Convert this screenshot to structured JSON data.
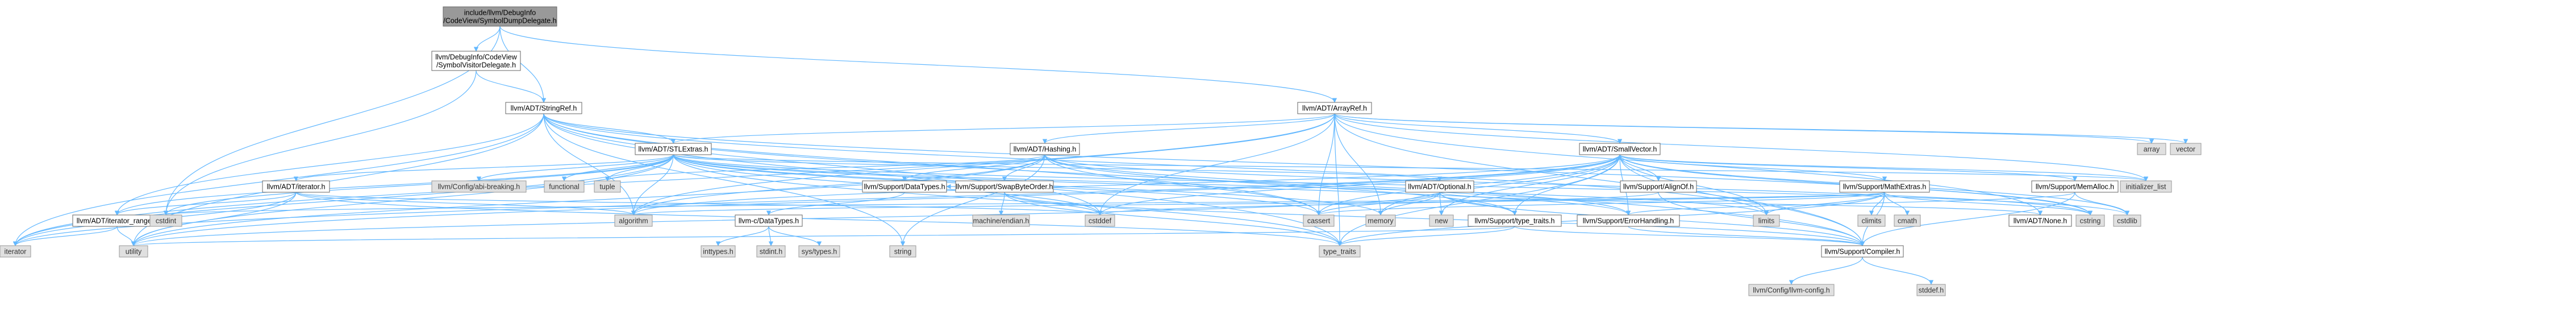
{
  "nodes": [
    {
      "id": "root",
      "lines": [
        "include/llvm/DebugInfo",
        "/CodeView/SymbolDumpDelegate.h"
      ],
      "kind": "root"
    },
    {
      "id": "svd",
      "lines": [
        "llvm/DebugInfo/CodeView",
        "/SymbolVisitorDelegate.h"
      ],
      "kind": "internal"
    },
    {
      "id": "stringref",
      "lines": [
        "llvm/ADT/StringRef.h"
      ],
      "kind": "internal"
    },
    {
      "id": "arrayref",
      "lines": [
        "llvm/ADT/ArrayRef.h"
      ],
      "kind": "internal"
    },
    {
      "id": "stlextras",
      "lines": [
        "llvm/ADT/STLExtras.h"
      ],
      "kind": "internal"
    },
    {
      "id": "hashing",
      "lines": [
        "llvm/ADT/Hashing.h"
      ],
      "kind": "internal"
    },
    {
      "id": "smallvector",
      "lines": [
        "llvm/ADT/SmallVector.h"
      ],
      "kind": "internal"
    },
    {
      "id": "array",
      "lines": [
        "array"
      ],
      "kind": "system"
    },
    {
      "id": "vector",
      "lines": [
        "vector"
      ],
      "kind": "system"
    },
    {
      "id": "iterator_h",
      "lines": [
        "llvm/ADT/iterator.h"
      ],
      "kind": "internal"
    },
    {
      "id": "configabi",
      "lines": [
        "llvm/Config/abi-breaking.h"
      ],
      "kind": "system"
    },
    {
      "id": "functional",
      "lines": [
        "functional"
      ],
      "kind": "system"
    },
    {
      "id": "tuple",
      "lines": [
        "tuple"
      ],
      "kind": "system"
    },
    {
      "id": "datatypes_h",
      "lines": [
        "llvm/Support/DataTypes.h"
      ],
      "kind": "internal"
    },
    {
      "id": "swapbyteorder",
      "lines": [
        "llvm/Support/SwapByteOrder.h"
      ],
      "kind": "internal"
    },
    {
      "id": "optional",
      "lines": [
        "llvm/ADT/Optional.h"
      ],
      "kind": "internal"
    },
    {
      "id": "alignof",
      "lines": [
        "llvm/Support/AlignOf.h"
      ],
      "kind": "internal"
    },
    {
      "id": "mathextras",
      "lines": [
        "llvm/Support/MathExtras.h"
      ],
      "kind": "internal"
    },
    {
      "id": "memalloc",
      "lines": [
        "llvm/Support/MemAlloc.h"
      ],
      "kind": "internal"
    },
    {
      "id": "initlist",
      "lines": [
        "initializer_list"
      ],
      "kind": "system"
    },
    {
      "id": "iterrange",
      "lines": [
        "llvm/ADT/iterator_range.h"
      ],
      "kind": "internal"
    },
    {
      "id": "cstdint",
      "lines": [
        "cstdint"
      ],
      "kind": "system"
    },
    {
      "id": "algorithm",
      "lines": [
        "algorithm"
      ],
      "kind": "system"
    },
    {
      "id": "cdatatypes",
      "lines": [
        "llvm-c/DataTypes.h"
      ],
      "kind": "internal"
    },
    {
      "id": "machine_endian",
      "lines": [
        "machine/endian.h"
      ],
      "kind": "system"
    },
    {
      "id": "cstddef",
      "lines": [
        "cstddef"
      ],
      "kind": "system"
    },
    {
      "id": "cassert",
      "lines": [
        "cassert"
      ],
      "kind": "system"
    },
    {
      "id": "memory",
      "lines": [
        "memory"
      ],
      "kind": "system"
    },
    {
      "id": "new",
      "lines": [
        "new"
      ],
      "kind": "system"
    },
    {
      "id": "typetraits_h",
      "lines": [
        "llvm/Support/type_traits.h"
      ],
      "kind": "internal"
    },
    {
      "id": "errorhandling",
      "lines": [
        "llvm/Support/ErrorHandling.h"
      ],
      "kind": "internal"
    },
    {
      "id": "limits",
      "lines": [
        "limits"
      ],
      "kind": "system"
    },
    {
      "id": "climits",
      "lines": [
        "climits"
      ],
      "kind": "system"
    },
    {
      "id": "cmath",
      "lines": [
        "cmath"
      ],
      "kind": "system"
    },
    {
      "id": "none",
      "lines": [
        "llvm/ADT/None.h"
      ],
      "kind": "internal"
    },
    {
      "id": "cstring",
      "lines": [
        "cstring"
      ],
      "kind": "system"
    },
    {
      "id": "cstdlib",
      "lines": [
        "cstdlib"
      ],
      "kind": "system"
    },
    {
      "id": "iterator",
      "lines": [
        "iterator"
      ],
      "kind": "system"
    },
    {
      "id": "utility",
      "lines": [
        "utility"
      ],
      "kind": "system"
    },
    {
      "id": "inttypes",
      "lines": [
        "inttypes.h"
      ],
      "kind": "system"
    },
    {
      "id": "stdint",
      "lines": [
        "stdint.h"
      ],
      "kind": "system"
    },
    {
      "id": "systypes",
      "lines": [
        "sys/types.h"
      ],
      "kind": "system"
    },
    {
      "id": "string",
      "lines": [
        "string"
      ],
      "kind": "system"
    },
    {
      "id": "type_traits",
      "lines": [
        "type_traits"
      ],
      "kind": "system"
    },
    {
      "id": "compiler",
      "lines": [
        "llvm/Support/Compiler.h"
      ],
      "kind": "internal"
    },
    {
      "id": "llvmconfig",
      "lines": [
        "llvm/Config/llvm-config.h"
      ],
      "kind": "system"
    },
    {
      "id": "stddef",
      "lines": [
        "stddef.h"
      ],
      "kind": "system"
    }
  ],
  "edges": [
    [
      "root",
      "svd"
    ],
    [
      "root",
      "stringref"
    ],
    [
      "root",
      "arrayref"
    ],
    [
      "root",
      "cstdint"
    ],
    [
      "svd",
      "stringref"
    ],
    [
      "svd",
      "cstdint"
    ],
    [
      "stringref",
      "stlextras"
    ],
    [
      "stringref",
      "iterrange"
    ],
    [
      "stringref",
      "compiler"
    ],
    [
      "stringref",
      "algorithm"
    ],
    [
      "stringref",
      "cassert"
    ],
    [
      "stringref",
      "cstddef"
    ],
    [
      "stringref",
      "cstring"
    ],
    [
      "stringref",
      "limits"
    ],
    [
      "stringref",
      "string"
    ],
    [
      "stringref",
      "type_traits"
    ],
    [
      "stringref",
      "utility"
    ],
    [
      "stringref",
      "iterator"
    ],
    [
      "arrayref",
      "hashing"
    ],
    [
      "arrayref",
      "none"
    ],
    [
      "arrayref",
      "smallvector"
    ],
    [
      "arrayref",
      "stlextras"
    ],
    [
      "arrayref",
      "compiler"
    ],
    [
      "arrayref",
      "algorithm"
    ],
    [
      "arrayref",
      "array"
    ],
    [
      "arrayref",
      "cassert"
    ],
    [
      "arrayref",
      "cstddef"
    ],
    [
      "arrayref",
      "initlist"
    ],
    [
      "arrayref",
      "iterator"
    ],
    [
      "arrayref",
      "memory"
    ],
    [
      "arrayref",
      "type_traits"
    ],
    [
      "arrayref",
      "vector"
    ],
    [
      "stlextras",
      "optional"
    ],
    [
      "stlextras",
      "iterator_h"
    ],
    [
      "stlextras",
      "iterrange"
    ],
    [
      "stlextras",
      "configabi"
    ],
    [
      "stlextras",
      "errorhandling"
    ],
    [
      "stlextras",
      "algorithm"
    ],
    [
      "stlextras",
      "cassert"
    ],
    [
      "stlextras",
      "cstddef"
    ],
    [
      "stlextras",
      "cstdint"
    ],
    [
      "stlextras",
      "cstdlib"
    ],
    [
      "stlextras",
      "functional"
    ],
    [
      "stlextras",
      "initlist"
    ],
    [
      "stlextras",
      "iterator"
    ],
    [
      "stlextras",
      "limits"
    ],
    [
      "stlextras",
      "memory"
    ],
    [
      "stlextras",
      "tuple"
    ],
    [
      "stlextras",
      "type_traits"
    ],
    [
      "stlextras",
      "utility"
    ],
    [
      "hashing",
      "datatypes_h"
    ],
    [
      "hashing",
      "errorhandling"
    ],
    [
      "hashing",
      "swapbyteorder"
    ],
    [
      "hashing",
      "typetraits_h"
    ],
    [
      "hashing",
      "algorithm"
    ],
    [
      "hashing",
      "cassert"
    ],
    [
      "hashing",
      "cstring"
    ],
    [
      "hashing",
      "string"
    ],
    [
      "hashing",
      "tuple"
    ],
    [
      "hashing",
      "utility"
    ],
    [
      "smallvector",
      "compiler"
    ],
    [
      "smallvector",
      "errorhandling"
    ],
    [
      "smallvector",
      "mathextras"
    ],
    [
      "smallvector",
      "memalloc"
    ],
    [
      "smallvector",
      "typetraits_h"
    ],
    [
      "smallvector",
      "alignof"
    ],
    [
      "smallvector",
      "algorithm"
    ],
    [
      "smallvector",
      "cassert"
    ],
    [
      "smallvector",
      "cstddef"
    ],
    [
      "smallvector",
      "cstdlib"
    ],
    [
      "smallvector",
      "cstring"
    ],
    [
      "smallvector",
      "initlist"
    ],
    [
      "smallvector",
      "iterator"
    ],
    [
      "smallvector",
      "limits"
    ],
    [
      "smallvector",
      "memory"
    ],
    [
      "smallvector",
      "new"
    ],
    [
      "smallvector",
      "type_traits"
    ],
    [
      "smallvector",
      "utility"
    ],
    [
      "iterator_h",
      "iterrange"
    ],
    [
      "iterator_h",
      "algorithm"
    ],
    [
      "iterator_h",
      "cstddef"
    ],
    [
      "iterator_h",
      "iterator"
    ],
    [
      "iterator_h",
      "type_traits"
    ],
    [
      "iterator_h",
      "utility"
    ],
    [
      "datatypes_h",
      "cdatatypes"
    ],
    [
      "swapbyteorder",
      "compiler"
    ],
    [
      "swapbyteorder",
      "datatypes_h"
    ],
    [
      "swapbyteorder",
      "cstddef"
    ],
    [
      "swapbyteorder",
      "type_traits"
    ],
    [
      "swapbyteorder",
      "machine_endian"
    ],
    [
      "optional",
      "none"
    ],
    [
      "optional",
      "compiler"
    ],
    [
      "optional",
      "typetraits_h"
    ],
    [
      "optional",
      "cassert"
    ],
    [
      "optional",
      "memory"
    ],
    [
      "optional",
      "new"
    ],
    [
      "optional",
      "utility"
    ],
    [
      "alignof",
      "compiler"
    ],
    [
      "alignof",
      "cstddef"
    ],
    [
      "mathextras",
      "compiler"
    ],
    [
      "mathextras",
      "algorithm"
    ],
    [
      "mathextras",
      "cassert"
    ],
    [
      "mathextras",
      "climits"
    ],
    [
      "mathextras",
      "cmath"
    ],
    [
      "mathextras",
      "cstdint"
    ],
    [
      "mathextras",
      "cstring"
    ],
    [
      "mathextras",
      "limits"
    ],
    [
      "mathextras",
      "type_traits"
    ],
    [
      "memalloc",
      "compiler"
    ],
    [
      "memalloc",
      "errorhandling"
    ],
    [
      "memalloc",
      "cstdlib"
    ],
    [
      "iterrange",
      "iterator"
    ],
    [
      "iterrange",
      "utility"
    ],
    [
      "cdatatypes",
      "inttypes"
    ],
    [
      "cdatatypes",
      "stdint"
    ],
    [
      "cdatatypes",
      "systypes"
    ],
    [
      "typetraits_h",
      "compiler"
    ],
    [
      "typetraits_h",
      "type_traits"
    ],
    [
      "typetraits_h",
      "utility"
    ],
    [
      "errorhandling",
      "compiler"
    ],
    [
      "compiler",
      "llvmconfig"
    ],
    [
      "compiler",
      "stddef"
    ]
  ]
}
